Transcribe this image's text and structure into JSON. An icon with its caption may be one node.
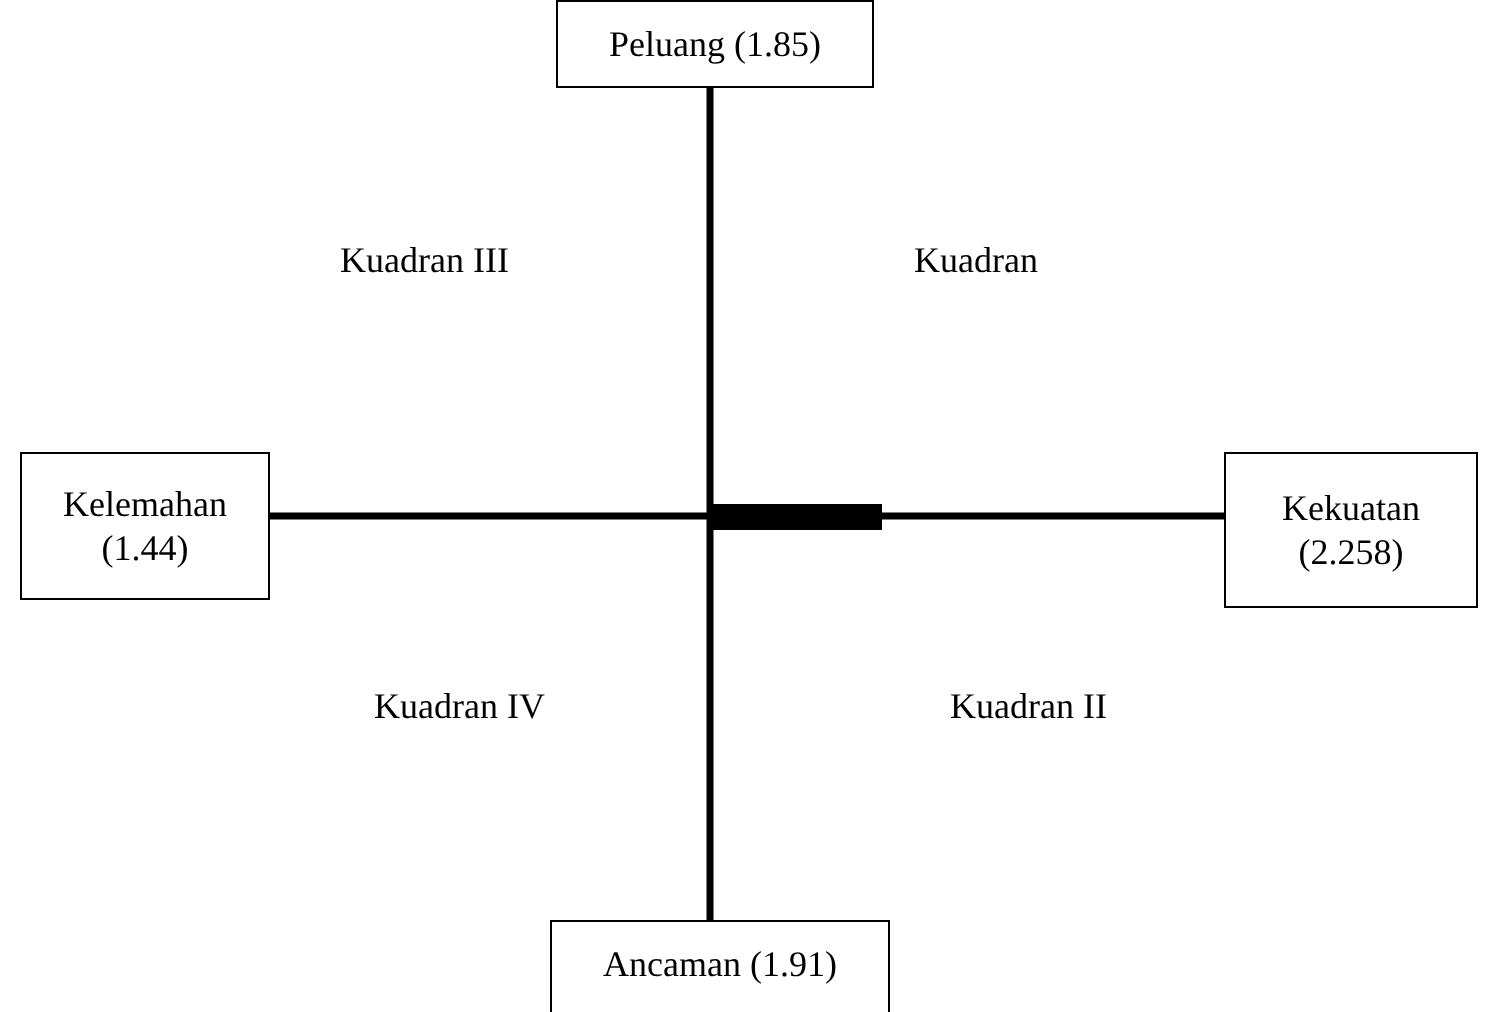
{
  "diagram": {
    "nodes": [
      {
        "text": [
          "Peluang (1.85)"
        ]
      },
      {
        "text": [
          "Kelemahan (1.44)"
        ]
      },
      {
        "text": [
          "Kekuatan (2.258)"
        ]
      },
      {
        "text": [
          "Ancaman (1.91)"
        ]
      }
    ],
    "edges": [
      {
        "from": 0,
        "to": 3,
        "arrow": "none"
      },
      {
        "from": 1,
        "to": 2,
        "arrow": "none"
      }
    ],
    "labels": [
      "Kuadran III",
      "Kuadran",
      "Kuadran IV",
      "Kuadran II"
    ]
  }
}
